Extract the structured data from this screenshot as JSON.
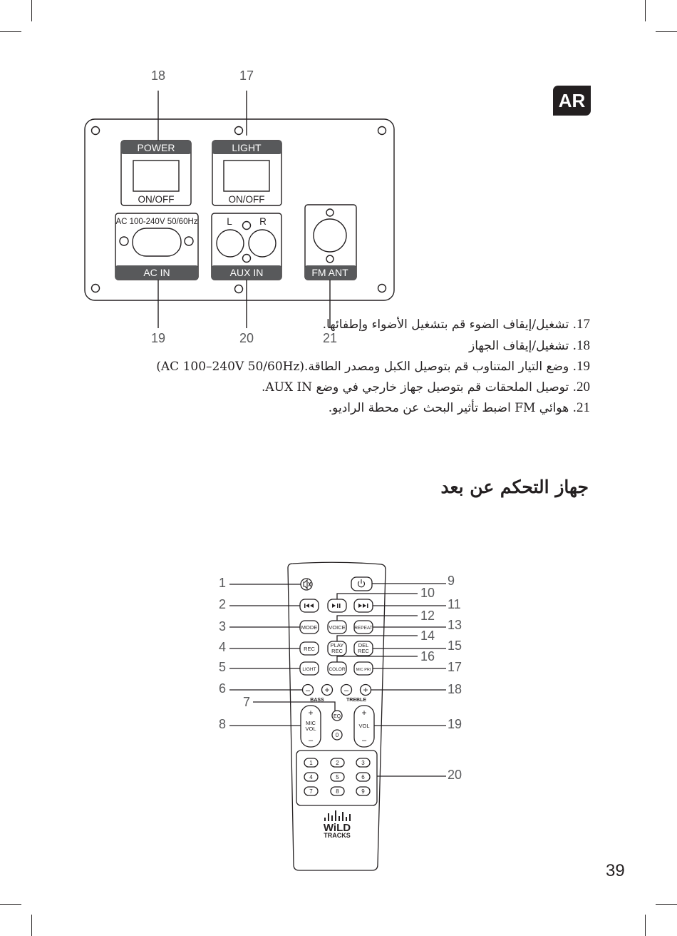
{
  "language_badge": "AR",
  "page_number": "39",
  "panel": {
    "callouts": {
      "c17": "17",
      "c18": "18",
      "c19": "19",
      "c20": "20",
      "c21": "21"
    },
    "power_label": "POWER",
    "light_label": "LIGHT",
    "onoff_label": "ON/OFF",
    "ac_rating": "AC 100-240V 50/60Hz",
    "ac_in_label": "AC IN",
    "aux_in_label": "AUX IN",
    "fm_ant_label": "FM ANT",
    "left_label": "L",
    "right_label": "R"
  },
  "descriptions": [
    {
      "num": "17",
      "text": ". تشغيل/إيقاف الضوء قم بتشغيل الأضواء وإطفائها."
    },
    {
      "num": "18",
      "text": ". تشغيل/إيقاف الجهاز"
    },
    {
      "num": "19",
      "text": ". وضع التيار المتناوب قم بتوصيل الكبل ومصدر الطاقة.(AC 100–240V 50/60Hz)"
    },
    {
      "num": "20",
      "text": ". توصيل الملحقات قم بتوصيل جهاز خارجي في وضع AUX IN."
    },
    {
      "num": "21",
      "text": ". هوائي FM اضبط تأثير البحث عن محطة الراديو."
    }
  ],
  "remote_section_title": "جهاز التحكم عن بعد",
  "remote": {
    "callouts_left": [
      "1",
      "2",
      "3",
      "4",
      "5",
      "6",
      "7",
      "8"
    ],
    "callouts_right": [
      "9",
      "10",
      "11",
      "12",
      "13",
      "14",
      "15",
      "16",
      "17",
      "18",
      "19",
      "20"
    ],
    "buttons": {
      "mode": "MODE",
      "voice": "VOICE",
      "repeat": "REPEAT",
      "rec": "REC",
      "play_rec_1": "PLAY",
      "play_rec_2": "REC",
      "del_rec_1": "DEL",
      "del_rec_2": "REC",
      "light": "LIGHT",
      "color": "COLOR",
      "mic_pri": "MIC PRI",
      "bass": "BASS",
      "treble": "TREBLE",
      "eq": "EQ",
      "zero": "0",
      "mic_vol_1": "MIC",
      "mic_vol_2": "VOL",
      "vol": "VOL",
      "plus": "+",
      "minus": "–"
    },
    "numpad": [
      "1",
      "2",
      "3",
      "4",
      "5",
      "6",
      "7",
      "8",
      "9"
    ],
    "brand_1": "WiLD",
    "brand_2": "TRACKS"
  }
}
